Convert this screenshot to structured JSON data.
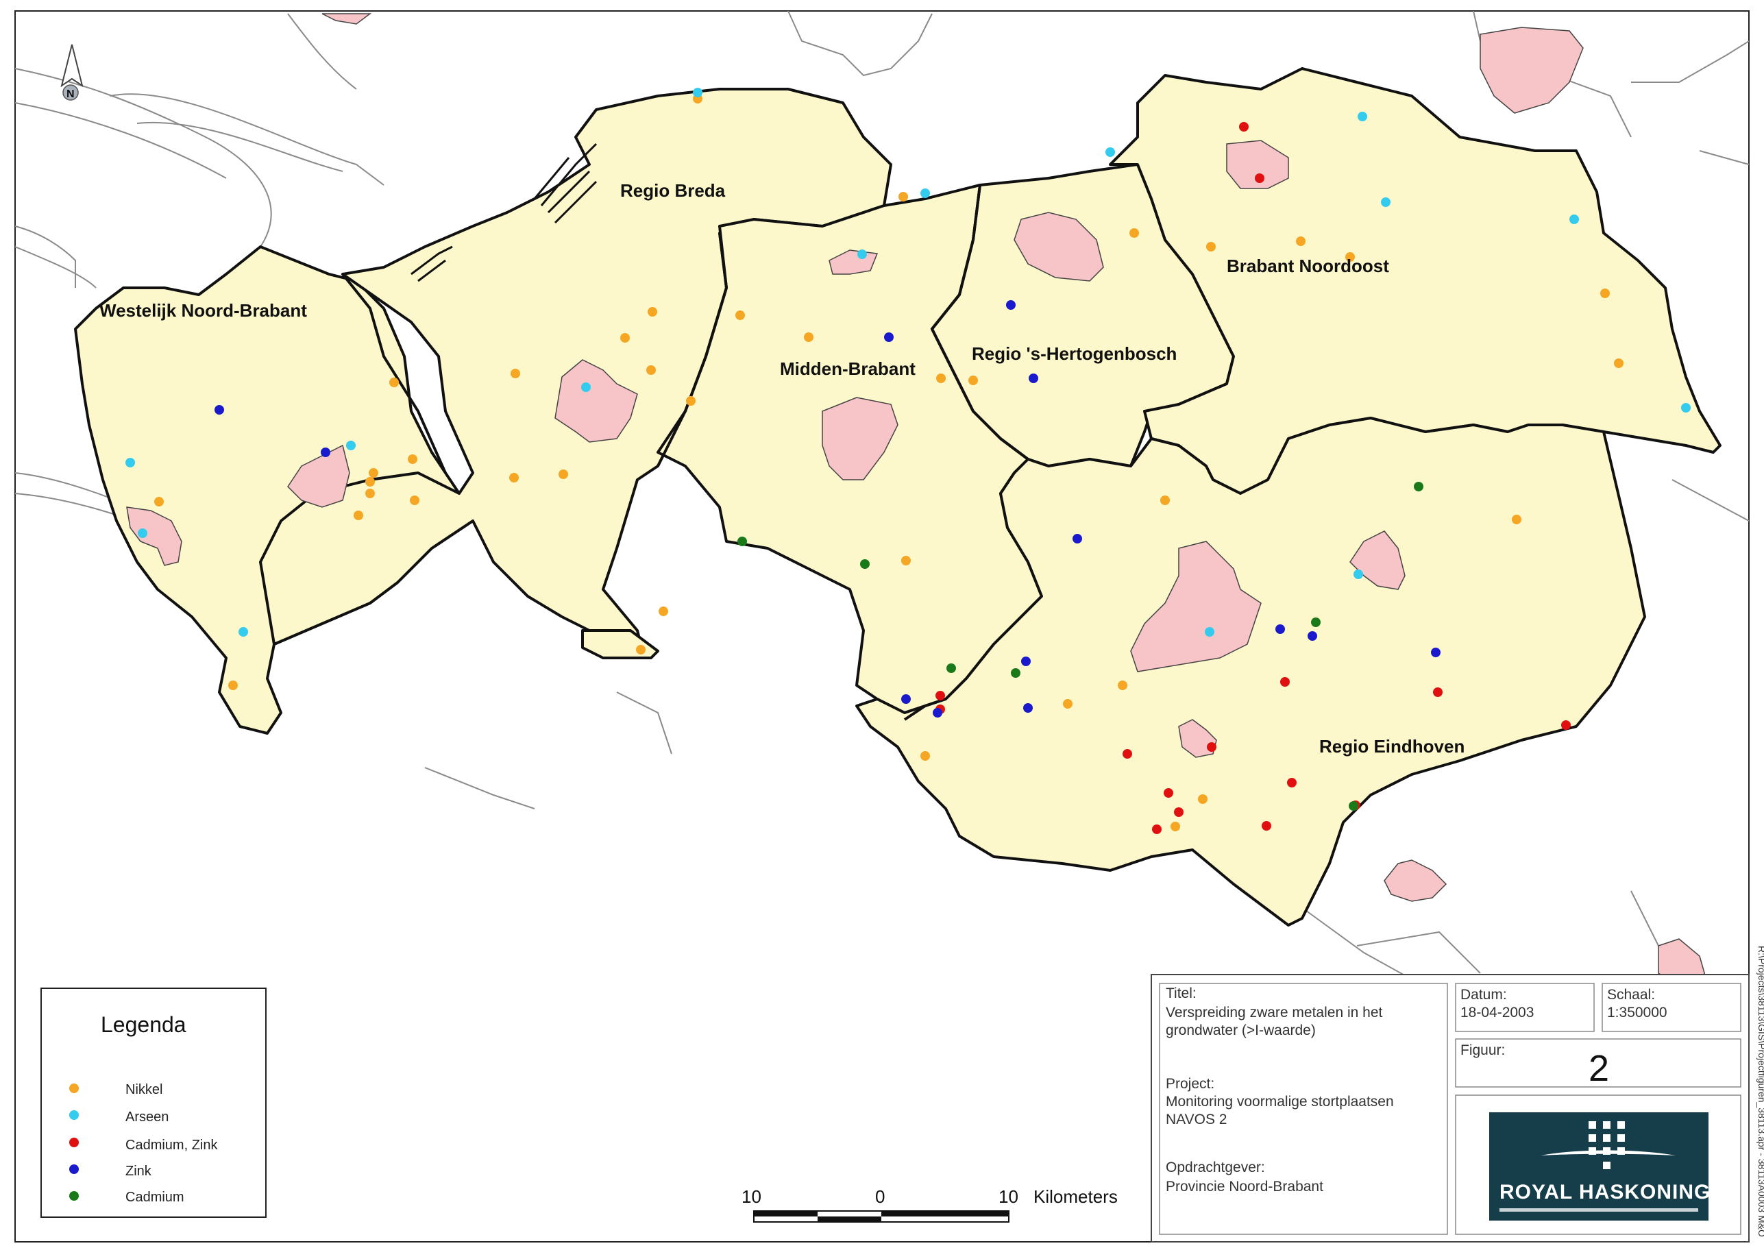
{
  "map": {
    "north_label": "N",
    "regions": [
      {
        "id": "westelijk-noord-brabant",
        "label": "Westelijk Noord-Brabant"
      },
      {
        "id": "regio-breda",
        "label": "Regio Breda"
      },
      {
        "id": "midden-brabant",
        "label": "Midden-Brabant"
      },
      {
        "id": "regio-s-hertogenbosch",
        "label": "Regio 's-Hertogenbosch"
      },
      {
        "id": "brabant-noordoost",
        "label": "Brabant Noordoost"
      },
      {
        "id": "regio-eindhoven",
        "label": "Regio Eindhoven"
      }
    ],
    "colors": {
      "province_fill": "#fdf8cc",
      "urban_fill": "#f7c4c8",
      "Nikkel": "#f5a623",
      "Arseen": "#33ccee",
      "Cadmium, Zink": "#e01010",
      "Zink": "#1a1acc",
      "Cadmium": "#1a7a1a"
    }
  },
  "legend": {
    "title": "Legenda",
    "items": [
      {
        "label": "Nikkel",
        "color": "#f5a623"
      },
      {
        "label": "Arseen",
        "color": "#33ccee"
      },
      {
        "label": "Cadmium, Zink",
        "color": "#e01010"
      },
      {
        "label": "Zink",
        "color": "#1a1acc"
      },
      {
        "label": "Cadmium",
        "color": "#1a7a1a"
      }
    ]
  },
  "scalebar": {
    "left_label": "10",
    "mid_label": "0",
    "right_label": "10",
    "unit": "Kilometers"
  },
  "titleblock": {
    "titel_label": "Titel:",
    "titel_line1": "Verspreiding zware metalen in het",
    "titel_line2": "grondwater (>I-waarde)",
    "project_label": "Project:",
    "project_line1": "Monitoring voormalige stortplaatsen",
    "project_line2": "NAVOS 2",
    "opdrachtgever_label": "Opdrachtgever:",
    "opdrachtgever_value": "Provincie Noord-Brabant",
    "datum_label": "Datum:",
    "datum_value": "18-04-2003",
    "schaal_label": "Schaal:",
    "schaal_value": "1:350000",
    "figuur_label": "Figuur:",
    "figuur_value": "2",
    "logo_text": "ROYAL HASKONING"
  },
  "side_path": "R:\\Projects\\38113\\GIS\\Projectfiguren_38113.apr - 38113A0003 M&O"
}
